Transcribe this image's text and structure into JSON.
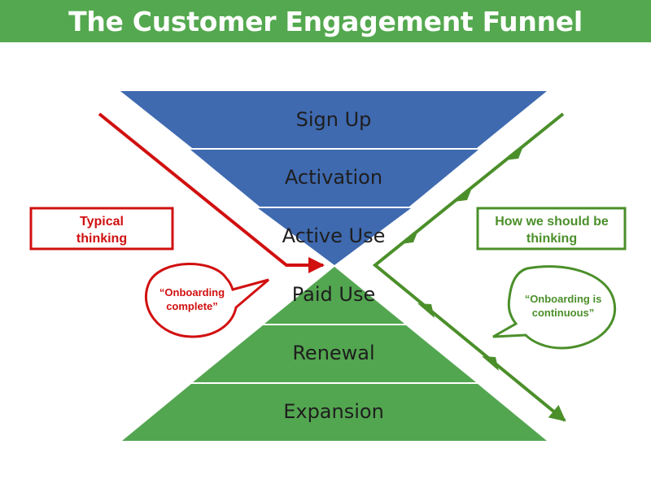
{
  "title": "The Customer Engagement Funnel",
  "stages": [
    {
      "label": "Sign Up",
      "group": "funnel"
    },
    {
      "label": "Activation",
      "group": "funnel"
    },
    {
      "label": "Active Use",
      "group": "funnel"
    },
    {
      "label": "Paid Use",
      "group": "pyramid"
    },
    {
      "label": "Renewal",
      "group": "pyramid"
    },
    {
      "label": "Expansion",
      "group": "pyramid"
    }
  ],
  "left": {
    "box": {
      "line1": "Typical",
      "line2": "thinking"
    },
    "bubble": {
      "line1": "“Onboarding",
      "line2": "complete”"
    }
  },
  "right": {
    "box": {
      "line1": "How we should be",
      "line2": "thinking"
    },
    "bubble": {
      "line1": "“Onboarding is",
      "line2": "continuous”"
    }
  },
  "colors": {
    "funnel_blue": "#3f6ab0",
    "pyramid_green": "#53a650",
    "title_bar": "#54a84f",
    "red": "#d11010",
    "green_line": "#4b8f2a"
  }
}
